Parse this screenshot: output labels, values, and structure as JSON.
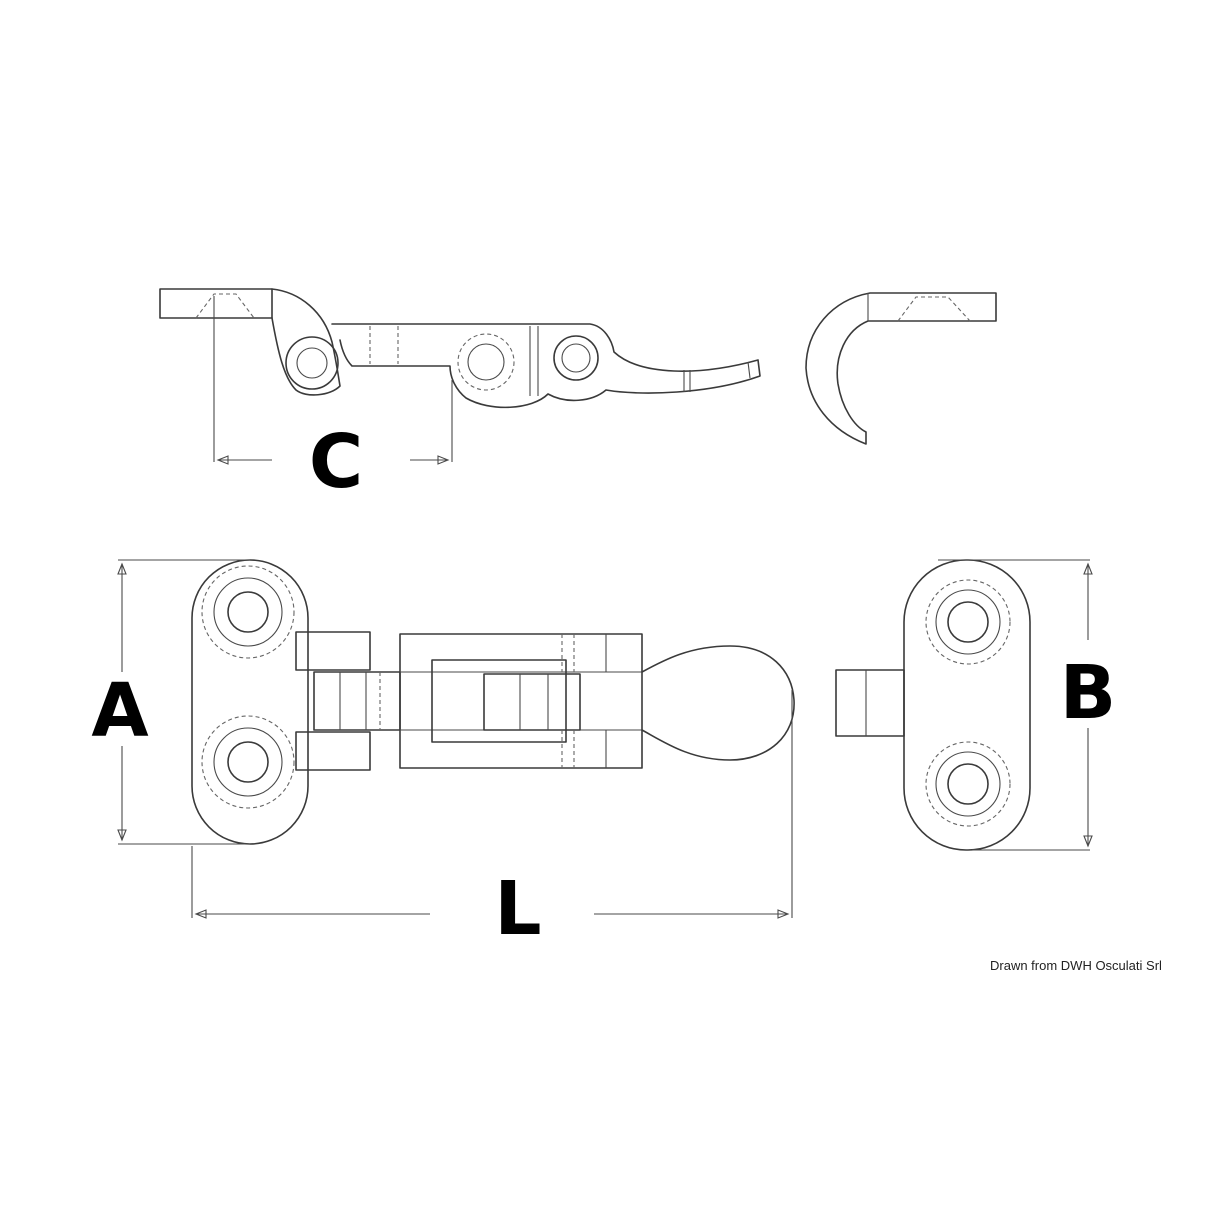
{
  "dimensions": {
    "a": "A",
    "b": "B",
    "c": "C",
    "l": "L"
  },
  "credit": "Drawn from DWH Osculati Srl",
  "colors": {
    "line": "#3a3a3a",
    "label": "#000000",
    "background": "#ffffff"
  }
}
